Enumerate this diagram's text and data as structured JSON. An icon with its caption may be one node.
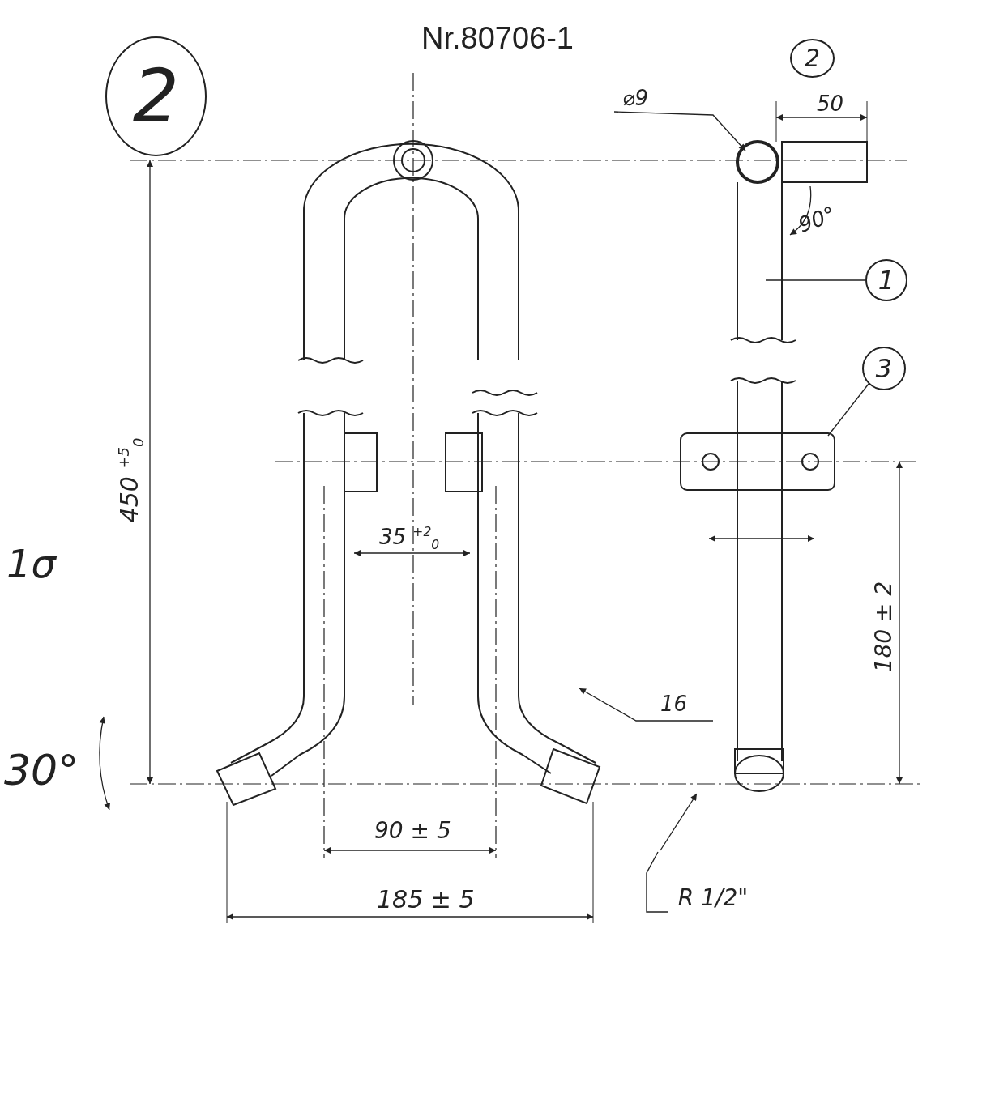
{
  "diagram": {
    "title": "Nr.80706-1",
    "nodes": [
      {
        "text": [
          "2"
        ]
      },
      {
        "text": [
          "2"
        ]
      },
      {
        "text": [
          "⌀9"
        ]
      },
      {
        "text": [
          "1"
        ]
      },
      {
        "text": [
          "3"
        ]
      },
      {
        "text": [
          "R 1/2\""
        ]
      }
    ],
    "edges": [
      {
        "from": 2,
        "to": null,
        "arrow": "to"
      },
      {
        "from": 3,
        "to": null,
        "arrow": "none"
      },
      {
        "from": 4,
        "to": null,
        "arrow": "none"
      },
      {
        "from": 5,
        "to": null,
        "arrow": "none"
      }
    ],
    "labels": [
      "50",
      "90°",
      "450 $^{+5}$$_{0}$",
      "35 $^{+2}$$_{0}$",
      "1σ",
      "180 ± 2",
      "16",
      "30°",
      "90 ± 5",
      "185 ± 5"
    ]
  }
}
